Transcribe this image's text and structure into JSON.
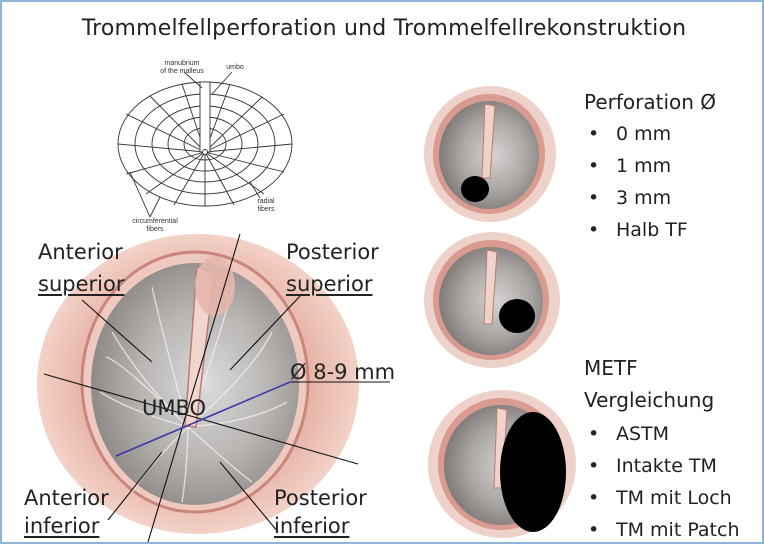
{
  "title": "Trommelfellperforation und Trommelfellrekonstruktion",
  "schematic_labels": {
    "manubrium_line1": "manubrium",
    "manubrium_line2": "of the malleus",
    "umbo": "umbo",
    "radial_line1": "radial",
    "radial_line2": "fibers",
    "circ_line1": "circumferential",
    "circ_line2": "fibers"
  },
  "quadrants": {
    "anterior_superior": {
      "line1": "Anterior",
      "line2": "superior"
    },
    "posterior_superior": {
      "line1": "Posterior",
      "line2": "superior"
    },
    "anterior_inferior": {
      "line1": "Anterior",
      "line2": "inferior"
    },
    "posterior_inferior": {
      "line1": "Posterior",
      "line2": "inferior"
    }
  },
  "umbo_label": "UMBO",
  "diameter_label": "Ø 8-9 mm",
  "perforation": {
    "heading": "Perforation Ø",
    "items": [
      "0 mm",
      "1 mm",
      "3 mm",
      "Halb TF"
    ]
  },
  "metf": {
    "heading_line1": "METF",
    "heading_line2": "Vergleichung",
    "items": [
      "ASTM",
      "Intakte TM",
      "TM mit Loch",
      "TM mit Patch"
    ]
  },
  "colors": {
    "frame": "#8fb4d9",
    "ear_canal": "#e3a49a",
    "membrane": "#bdbdbd",
    "diameter_line": "#3a3aa8",
    "perforation": "#000000"
  }
}
